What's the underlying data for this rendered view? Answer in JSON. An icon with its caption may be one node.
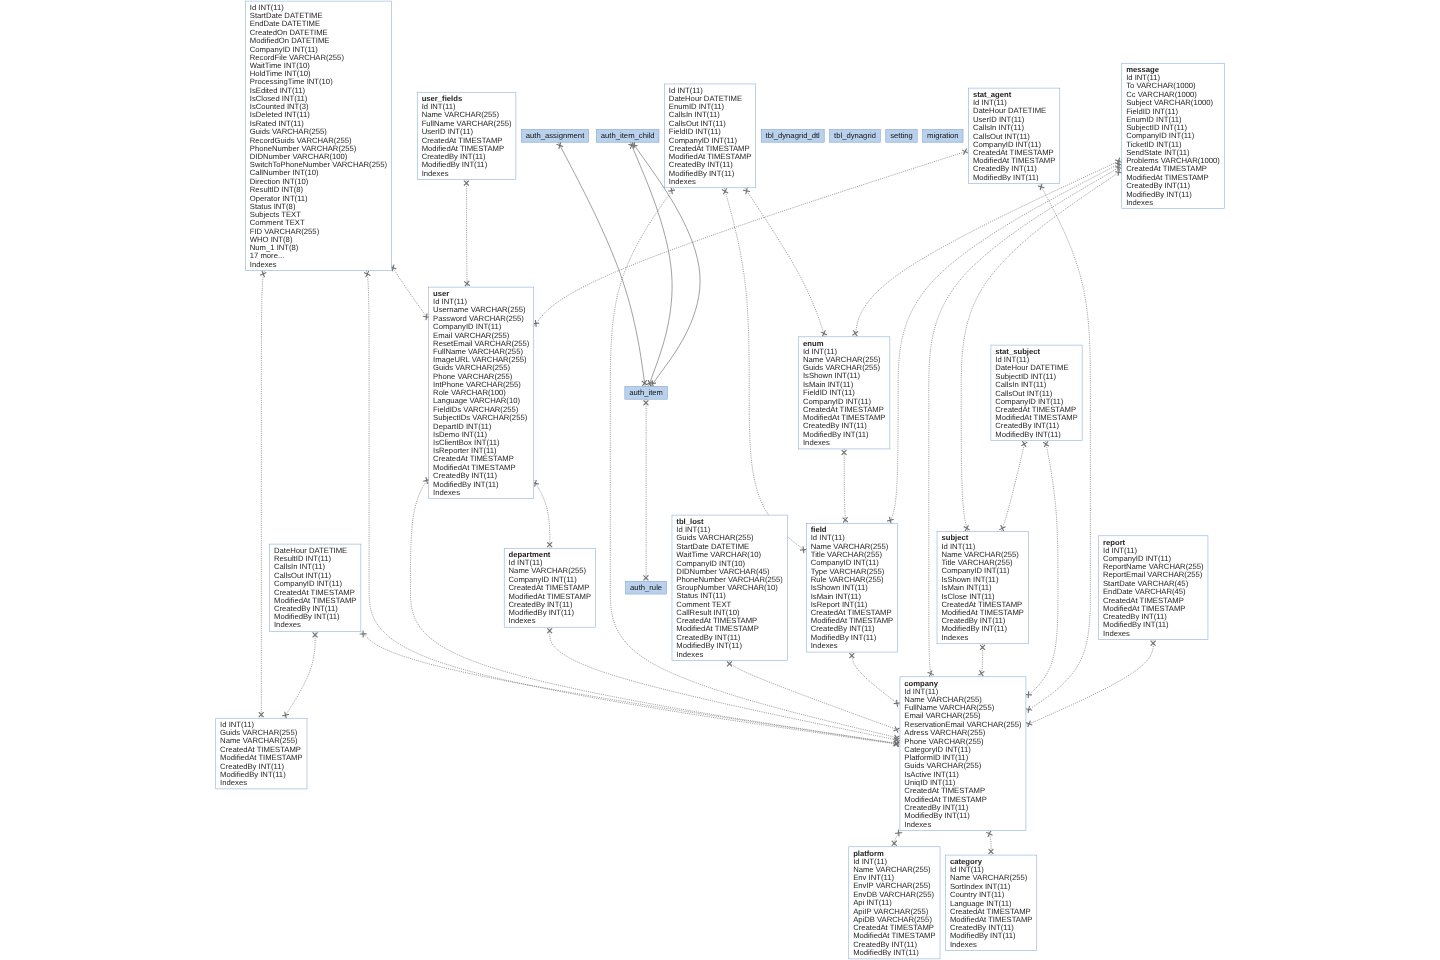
{
  "diagram": {
    "nodes": [
      {
        "text": [
          "Id INT(11)",
          "StartDate DATETIME",
          "EndDate DATETIME",
          "CreatedOn DATETIME",
          "ModifiedOn DATETIME",
          "CompanyID INT(11)",
          "RecordFile VARCHAR(255)",
          "WaitTime INT(10)",
          "HoldTime INT(10)",
          "ProcessingTime INT(10)",
          "IsEdited INT(11)",
          "IsClosed INT(11)",
          "IsCounted INT(3)",
          "IsDeleted INT(11)",
          "IsRated INT(11)",
          "Guids VARCHAR(255)",
          "RecordGuids VARCHAR(255)",
          "PhoneNumber VARCHAR(255)",
          "DIDNumber VARCHAR(100)",
          "SwitchToPhoneNumber VARCHAR(255)",
          "CallNumber INT(10)",
          "Direction INT(10)",
          "ResultID INT(8)",
          "Operator INT(11)",
          "Status INT(8)",
          "Subjects TEXT",
          "Comment TEXT",
          "FID VARCHAR(255)",
          "WHO INT(8)",
          "Num_1 INT(8)",
          "17 more...",
          "Indexes"
        ]
      },
      {
        "text": [
          "Id INT(11)",
          "Guids VARCHAR(255)",
          "Name VARCHAR(255)",
          "CreatedAt TIMESTAMP",
          "ModifiedAt TIMESTAMP",
          "CreatedBy INT(11)",
          "ModifiedBy INT(11)",
          "Indexes"
        ]
      },
      {
        "text": [
          "DateHour DATETIME",
          "ResultID INT(11)",
          "CallsIn INT(11)",
          "CallsOut INT(11)",
          "CompanyID INT(11)",
          "CreatedAt TIMESTAMP",
          "ModifiedAt TIMESTAMP",
          "CreatedBy INT(11)",
          "ModifiedBy INT(11)",
          "Indexes"
        ]
      },
      {
        "text": [
          "user",
          "Id INT(11)",
          "Username VARCHAR(255)",
          "Password VARCHAR(255)",
          "CompanyID INT(11)",
          "Email VARCHAR(255)",
          "ResetEmail VARCHAR(255)",
          "FullName VARCHAR(255)",
          "ImageURL VARCHAR(255)",
          "Guids VARCHAR(255)",
          "Phone VARCHAR(255)",
          "IntPhone VARCHAR(255)",
          "Role VARCHAR(100)",
          "Language VARCHAR(10)",
          "FieldIDs VARCHAR(255)",
          "SubjectIDs VARCHAR(255)",
          "DepartID INT(11)",
          "IsDemo INT(11)",
          "IsClientBox INT(11)",
          "IsReporter INT(11)",
          "CreatedAt TIMESTAMP",
          "ModifiedAt TIMESTAMP",
          "CreatedBy INT(11)",
          "ModifiedBy INT(11)",
          "Indexes"
        ]
      },
      {
        "text": [
          "user_fields",
          "Id INT(11)",
          "Name VARCHAR(255)",
          "FullName VARCHAR(255)",
          "UserID INT(11)",
          "CreatedAt TIMESTAMP",
          "ModifiedAt TIMESTAMP",
          "CreatedBy INT(11)",
          "ModifiedBy INT(11)",
          "Indexes"
        ]
      },
      {
        "text": [
          "department",
          "Id INT(11)",
          "Name VARCHAR(255)",
          "CompanyID INT(11)",
          "CreatedAt TIMESTAMP",
          "ModifiedAt TIMESTAMP",
          "CreatedBy INT(11)",
          "ModifiedBy INT(11)",
          "Indexes"
        ]
      },
      {
        "text": [
          "Id INT(11)",
          "DateHour DATETIME",
          "EnumID INT(11)",
          "CallsIn INT(11)",
          "CallsOut INT(11)",
          "FieldID INT(11)",
          "CompanyID INT(11)",
          "CreatedAt TIMESTAMP",
          "ModifiedAt TIMESTAMP",
          "CreatedBy INT(11)",
          "ModifiedBy INT(11)",
          "Indexes"
        ]
      },
      {
        "text": [
          "tbl_lost",
          "Id INT(11)",
          "Guids VARCHAR(255)",
          "StartDate DATETIME",
          "WaitTime VARCHAR(10)",
          "CompanyID INT(10)",
          "DIDNumber VARCHAR(45)",
          "PhoneNumber VARCHAR(255)",
          "GroupNumber VARCHAR(10)",
          "Status INT(11)",
          "Comment TEXT",
          "CallResult INT(10)",
          "CreatedAt TIMESTAMP",
          "ModifiedAt TIMESTAMP",
          "CreatedBy INT(11)",
          "ModifiedBy INT(11)",
          "Indexes"
        ]
      },
      {
        "text": [
          "field",
          "Id INT(11)",
          "Name VARCHAR(255)",
          "Title VARCHAR(255)",
          "CompanyID INT(11)",
          "Type VARCHAR(255)",
          "Rule VARCHAR(255)",
          "IsShown INT(11)",
          "IsMain INT(11)",
          "IsReport INT(11)",
          "CreatedAt TIMESTAMP",
          "ModifiedAt TIMESTAMP",
          "CreatedBy INT(11)",
          "ModifiedBy INT(11)",
          "Indexes"
        ]
      },
      {
        "text": [
          "enum",
          "Id INT(11)",
          "Name VARCHAR(255)",
          "Guids VARCHAR(255)",
          "IsShown INT(11)",
          "IsMain INT(11)",
          "FieldID INT(11)",
          "CompanyID INT(11)",
          "CreatedAt TIMESTAMP",
          "ModifiedAt TIMESTAMP",
          "CreatedBy INT(11)",
          "ModifiedBy INT(11)",
          "Indexes"
        ]
      },
      {
        "text": [
          "company",
          "Id INT(11)",
          "Name VARCHAR(255)",
          "FullName VARCHAR(255)",
          "Email VARCHAR(255)",
          "ReservationEmail VARCHAR(255)",
          "Adress VARCHAR(255)",
          "Phone VARCHAR(255)",
          "CategoryID INT(11)",
          "PlatformID INT(11)",
          "Guids VARCHAR(255)",
          "IsActive INT(11)",
          "UniqID INT(11)",
          "CreatedAt TIMESTAMP",
          "ModifiedAt TIMESTAMP",
          "CreatedBy INT(11)",
          "ModifiedBy INT(11)",
          "Indexes"
        ]
      },
      {
        "text": [
          "message",
          "Id INT(11)",
          "To VARCHAR(1000)",
          "Cc VARCHAR(1000)",
          "Subject VARCHAR(1000)",
          "FieldID INT(11)",
          "EnumID INT(11)",
          "SubjectID INT(11)",
          "CompanyID INT(11)",
          "TicketID INT(11)",
          "SendState INT(11)",
          "Problems VARCHAR(1000)",
          "CreatedAt TIMESTAMP",
          "ModifiedAt TIMESTAMP",
          "CreatedBy INT(11)",
          "ModifiedBy INT(11)",
          "Indexes"
        ]
      },
      {
        "text": [
          "report",
          "Id INT(11)",
          "CompanyID INT(11)",
          "ReportName VARCHAR(255)",
          "ReportEmail VARCHAR(255)",
          "StartDate VARCHAR(45)",
          "EndDate VARCHAR(45)",
          "CreatedAt TIMESTAMP",
          "ModifiedAt TIMESTAMP",
          "CreatedBy INT(11)",
          "ModifiedBy INT(11)",
          "Indexes"
        ]
      },
      {
        "text": [
          "platform",
          "Id INT(11)",
          "Name VARCHAR(255)",
          "Env INT(11)",
          "EnvIP VARCHAR(255)",
          "EnvDB VARCHAR(255)",
          "Api INT(11)",
          "ApiIP VARCHAR(255)",
          "ApiDB VARCHAR(255)",
          "CreatedAt TIMESTAMP",
          "ModifiedAt TIMESTAMP",
          "CreatedBy INT(11)",
          "ModifiedBy INT(11)"
        ]
      },
      {
        "text": [
          "category",
          "Id INT(11)",
          "Name VARCHAR(255)",
          "SortIndex INT(11)",
          "Country INT(11)",
          "Language INT(11)",
          "CreatedAt TIMESTAMP",
          "ModifiedAt TIMESTAMP",
          "CreatedBy INT(11)",
          "ModifiedBy INT(11)",
          "Indexes"
        ]
      },
      {
        "text": [
          "stat_agent",
          "Id INT(11)",
          "DateHour DATETIME",
          "UserID INT(11)",
          "CallsIn INT(11)",
          "CallsOut INT(11)",
          "CompanyID INT(11)",
          "CreatedAt TIMESTAMP",
          "ModifiedAt TIMESTAMP",
          "CreatedBy INT(11)",
          "ModifiedBy INT(11)"
        ]
      },
      {
        "text": [
          "stat_subject",
          "Id INT(11)",
          "DateHour DATETIME",
          "SubjectID INT(11)",
          "CallsIn INT(11)",
          "CallsOut INT(11)",
          "CompanyID INT(11)",
          "CreatedAt TIMESTAMP",
          "ModifiedAt TIMESTAMP",
          "CreatedBy INT(11)",
          "ModifiedBy INT(11)"
        ]
      },
      {
        "text": [
          "subject",
          "Id INT(11)",
          "Name VARCHAR(255)",
          "Title VARCHAR(255)",
          "CompanyID INT(11)",
          "IsShown INT(11)",
          "IsMain INT(11)",
          "IsClose INT(11)",
          "CreatedAt TIMESTAMP",
          "ModifiedAt TIMESTAMP",
          "CreatedBy INT(11)",
          "ModifiedBy INT(11)",
          "Indexes"
        ]
      },
      {
        "text": [
          "tbl_dynagrid_dtl"
        ]
      },
      {
        "text": [
          "tbl_dynagrid"
        ]
      },
      {
        "text": [
          "setting"
        ]
      },
      {
        "text": [
          "migration"
        ]
      },
      {
        "text": [
          "auth_item"
        ]
      },
      {
        "text": [
          "auth_assignment"
        ]
      },
      {
        "text": [
          "auth_item_child"
        ]
      },
      {
        "text": [
          "auth_rule"
        ]
      }
    ],
    "edges": [
      {
        "from": 0,
        "to": 1,
        "arrow": "other",
        "style": "dashed"
      },
      {
        "from": 2,
        "to": 1,
        "arrow": "other",
        "style": "dashed"
      },
      {
        "from": 0,
        "to": 3,
        "arrow": "other",
        "style": "dashed"
      },
      {
        "from": 0,
        "to": 10,
        "arrow": "other",
        "style": "dashed"
      },
      {
        "from": 2,
        "to": 10,
        "arrow": "other",
        "style": "dashed"
      },
      {
        "from": 4,
        "to": 3,
        "arrow": "other",
        "style": "dashed"
      },
      {
        "from": 3,
        "to": 5,
        "arrow": "other",
        "style": "dashed"
      },
      {
        "from": 3,
        "to": 10,
        "arrow": "other",
        "style": "dashed"
      },
      {
        "from": 15,
        "to": 3,
        "arrow": "other",
        "style": "dashed"
      },
      {
        "from": 5,
        "to": 10,
        "arrow": "other",
        "style": "dashed"
      },
      {
        "from": 6,
        "to": 10,
        "arrow": "other",
        "style": "dashed"
      },
      {
        "from": 6,
        "to": 8,
        "arrow": "other",
        "style": "dashed"
      },
      {
        "from": 6,
        "to": 9,
        "arrow": "other",
        "style": "dashed"
      },
      {
        "from": 7,
        "to": 10,
        "arrow": "other",
        "style": "dashed"
      },
      {
        "from": 8,
        "to": 10,
        "arrow": "other",
        "style": "dashed"
      },
      {
        "from": 9,
        "to": 8,
        "arrow": "other",
        "style": "dashed"
      },
      {
        "from": 11,
        "to": 8,
        "arrow": "other",
        "style": "dashed"
      },
      {
        "from": 11,
        "to": 9,
        "arrow": "other",
        "style": "dashed"
      },
      {
        "from": 11,
        "to": 10,
        "arrow": "other",
        "style": "dashed"
      },
      {
        "from": 11,
        "to": 17,
        "arrow": "other",
        "style": "dashed"
      },
      {
        "from": 17,
        "to": 10,
        "arrow": "other",
        "style": "dashed"
      },
      {
        "from": 16,
        "to": 10,
        "arrow": "other",
        "style": "dashed"
      },
      {
        "from": 16,
        "to": 17,
        "arrow": "other",
        "style": "dashed"
      },
      {
        "from": 15,
        "to": 10,
        "arrow": "other",
        "style": "dashed"
      },
      {
        "from": 12,
        "to": 10,
        "arrow": "other",
        "style": "dashed"
      },
      {
        "from": 10,
        "to": 13,
        "arrow": "other",
        "style": "dashed"
      },
      {
        "from": 10,
        "to": 14,
        "arrow": "other",
        "style": "dashed"
      },
      {
        "from": 23,
        "to": 22,
        "arrow": "other"
      },
      {
        "from": 24,
        "to": 22,
        "arrow": "other"
      },
      {
        "from": 24,
        "to": 22,
        "arrow": "other"
      },
      {
        "from": 22,
        "to": 25,
        "arrow": "other",
        "style": "dashed"
      }
    ]
  }
}
